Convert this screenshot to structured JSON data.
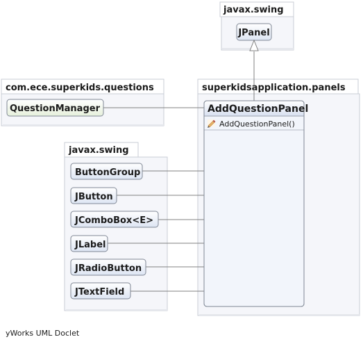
{
  "packages": {
    "swing_top": {
      "title": "javax.swing",
      "classes": {
        "jpanel": "JPanel"
      }
    },
    "questions": {
      "title": "com.ece.superkids.questions",
      "classes": {
        "question_manager": "QuestionManager"
      }
    },
    "panels": {
      "title": "superkidsapplication.panels",
      "main_class": {
        "name": "AddQuestionPanel",
        "members": [
          {
            "icon": "constructor-icon",
            "text": "AddQuestionPanel()"
          }
        ]
      }
    },
    "swing_left": {
      "title": "javax.swing",
      "classes": [
        "ButtonGroup",
        "JButton",
        "JComboBox<E>",
        "JLabel",
        "JRadioButton",
        "JTextField"
      ]
    }
  },
  "footer": "yWorks UML Doclet",
  "colors": {
    "package_fill": "#f6f7fb",
    "package_border": "#c9cdd6",
    "class_fill_blue": "#e6ecf6",
    "class_fill_green": "#eef5e6",
    "class_border": "#7f8794",
    "line": "#808080"
  }
}
